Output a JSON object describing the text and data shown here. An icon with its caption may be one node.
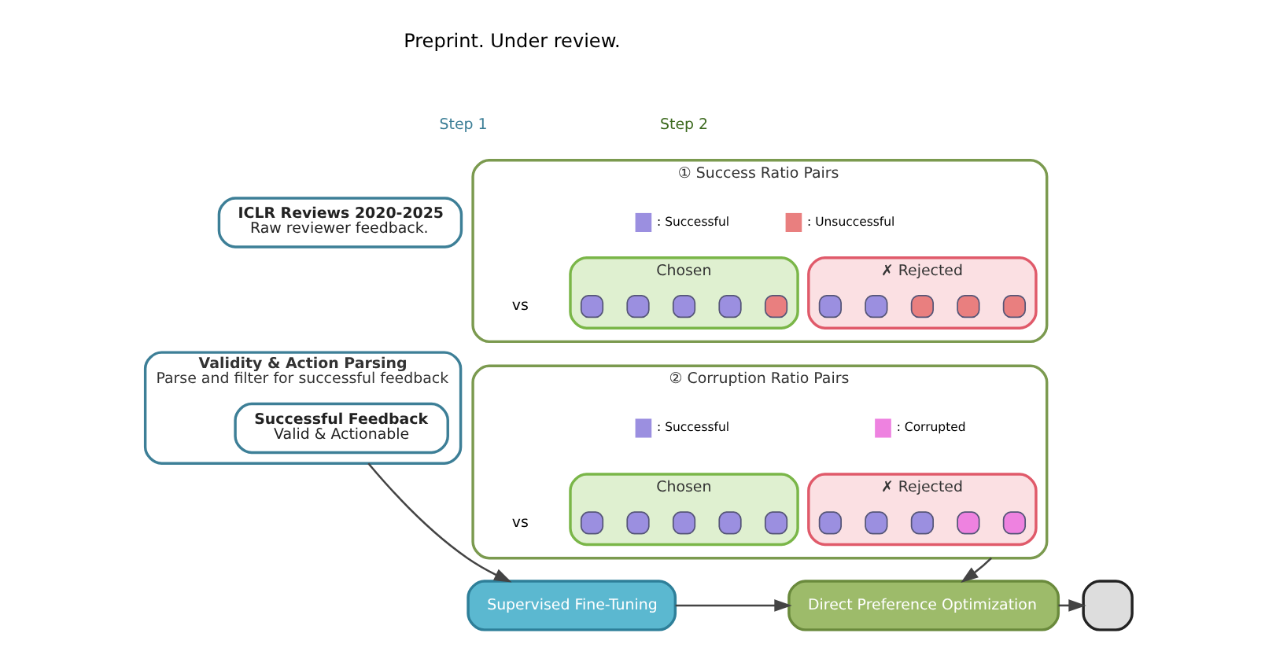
{
  "diagram": {
    "nodes": [
      {
        "text": [
          "ICLR Reviews 2020-2025",
          "Raw reviewer feedback."
        ]
      },
      {
        "text": [
          "Validity & Action Parsing",
          "Parse and filter for successful feedback"
        ]
      },
      {
        "text": [
          "Successful Feedback",
          "Valid & Actionable"
        ],
        "in": 1
      },
      {
        "text": [
          "Supervised Fine-Tuning"
        ]
      },
      {
        "text": [
          "① Success Ratio Pairs"
        ]
      },
      {
        "text": [
          "Chosen"
        ],
        "in": 4
      },
      {
        "text": [],
        "shape": "box",
        "in": 5
      },
      {
        "text": [],
        "shape": "box",
        "in": 5
      },
      {
        "text": [],
        "shape": "box",
        "in": 5
      },
      {
        "text": [],
        "shape": "box",
        "in": 5
      },
      {
        "text": [],
        "shape": "box",
        "in": 5
      },
      {
        "text": [
          "✗ Rejected"
        ],
        "in": 4
      },
      {
        "text": [],
        "shape": "box",
        "in": 11
      },
      {
        "text": [],
        "shape": "box",
        "in": 11
      },
      {
        "text": [],
        "shape": "box",
        "in": 11
      },
      {
        "text": [],
        "shape": "box",
        "in": 11
      },
      {
        "text": [],
        "shape": "box",
        "in": 11
      },
      {
        "text": [
          "② Corruption Ratio Pairs"
        ]
      },
      {
        "text": [
          "Chosen"
        ],
        "in": 17
      },
      {
        "text": [],
        "shape": "box",
        "in": 18
      },
      {
        "text": [],
        "shape": "box",
        "in": 18
      },
      {
        "text": [],
        "shape": "box",
        "in": 18
      },
      {
        "text": [],
        "shape": "box",
        "in": 18
      },
      {
        "text": [],
        "shape": "box",
        "in": 18
      },
      {
        "text": [
          "✗ Rejected"
        ],
        "in": 17
      },
      {
        "text": [],
        "shape": "box",
        "in": 24
      },
      {
        "text": [],
        "shape": "box",
        "in": 24
      },
      {
        "text": [],
        "shape": "box",
        "in": 24
      },
      {
        "text": [],
        "shape": "box",
        "in": 24
      },
      {
        "text": [],
        "shape": "box",
        "in": 24
      },
      {
        "text": [
          "Direct Preference Optimization"
        ]
      },
      {
        "text": [],
        "shape": "box"
      }
    ],
    "edges": [
      {
        "from": 1,
        "to": 3,
        "arrow": "to"
      },
      {
        "from": 3,
        "to": 30,
        "arrow": "to"
      },
      {
        "from": 17,
        "to": 30,
        "arrow": "to"
      },
      {
        "from": 30,
        "to": 31,
        "arrow": "to"
      }
    ],
    "labels": [
      "Preprint. Under review.",
      "Step 1",
      "Step 2",
      "vs",
      "vs"
    ],
    "legend": [
      {
        "text": ": Successful",
        "color": "#9b8fe0"
      },
      {
        "text": ": Unsuccessful",
        "color": "#e97f7f"
      },
      {
        "text": ": Successful",
        "color": "#9b8fe0"
      },
      {
        "text": ": Corrupted",
        "color": "#ee82e0"
      }
    ]
  }
}
